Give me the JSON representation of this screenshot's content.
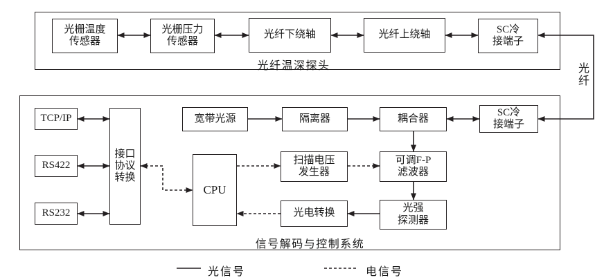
{
  "colors": {
    "line": "#231f20",
    "background": "#ffffff",
    "text": "#1a1a1a"
  },
  "probe_section": {
    "label": "光纤温深探头",
    "boxes": {
      "grating_temp": {
        "lines": [
          "光栅温度",
          "传感器"
        ]
      },
      "grating_pressure": {
        "lines": [
          "光栅压力",
          "传感器"
        ]
      },
      "fiber_lower_spool": {
        "lines": [
          "光纤下绕轴"
        ]
      },
      "fiber_upper_spool": {
        "lines": [
          "光纤上绕轴"
        ]
      },
      "sc_connector": {
        "lines": [
          "SC冷",
          "接端子"
        ]
      }
    }
  },
  "fiber_link_label": "光纤",
  "control_section": {
    "label": "信号解码与控制系统",
    "boxes": {
      "tcpip": {
        "lines": [
          "TCP/IP"
        ]
      },
      "rs422": {
        "lines": [
          "RS422"
        ]
      },
      "rs232": {
        "lines": [
          "RS232"
        ]
      },
      "interface_conv": {
        "lines": [
          "接口",
          "协议",
          "转换"
        ]
      },
      "cpu": {
        "lines": [
          "CPU"
        ]
      },
      "broadband_source": {
        "lines": [
          "宽带光源"
        ]
      },
      "isolator": {
        "lines": [
          "隔离器"
        ]
      },
      "coupler": {
        "lines": [
          "耦合器"
        ]
      },
      "sc_connector": {
        "lines": [
          "SC冷",
          "接端子"
        ]
      },
      "scan_voltage_gen": {
        "lines": [
          "扫描电压",
          "发生器"
        ]
      },
      "tunable_fp_filter": {
        "lines": [
          "可调F-P",
          "滤波器"
        ]
      },
      "photoelectric_conv": {
        "lines": [
          "光电转换"
        ]
      },
      "intensity_detector": {
        "lines": [
          "光强",
          "探测器"
        ]
      }
    }
  },
  "legend": {
    "optical": "光信号",
    "electrical": "电信号"
  }
}
